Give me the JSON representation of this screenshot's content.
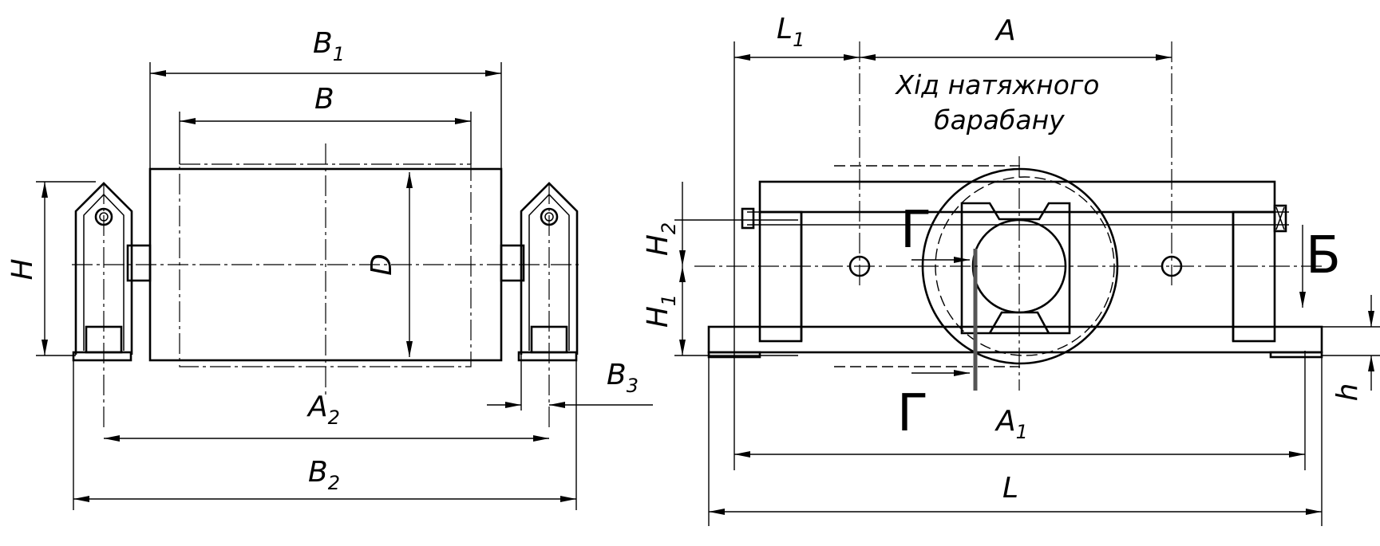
{
  "left_view": {
    "dimensions": {
      "B1": {
        "main": "B",
        "sub": "1"
      },
      "B": {
        "main": "B",
        "sub": ""
      },
      "A2": {
        "main": "A",
        "sub": "2"
      },
      "B2": {
        "main": "B",
        "sub": "2"
      },
      "B3": {
        "main": "B",
        "sub": "3"
      },
      "H": {
        "main": "H",
        "sub": ""
      },
      "D": {
        "main": "D",
        "sub": ""
      }
    }
  },
  "right_view": {
    "dimensions": {
      "L1": {
        "main": "L",
        "sub": "1"
      },
      "A": {
        "main": "A",
        "sub": ""
      },
      "A1": {
        "main": "A",
        "sub": "1"
      },
      "L": {
        "main": "L",
        "sub": ""
      },
      "H2": {
        "main": "H",
        "sub": "2"
      },
      "H1": {
        "main": "H",
        "sub": "1"
      },
      "h": {
        "main": "h",
        "sub": ""
      }
    },
    "travel_note": {
      "line1": "Хід натяжного",
      "line2": "барабану"
    },
    "section_marks": {
      "b_mark": "Б",
      "g_mark_top": "Г",
      "g_mark_bottom": "Г"
    }
  }
}
